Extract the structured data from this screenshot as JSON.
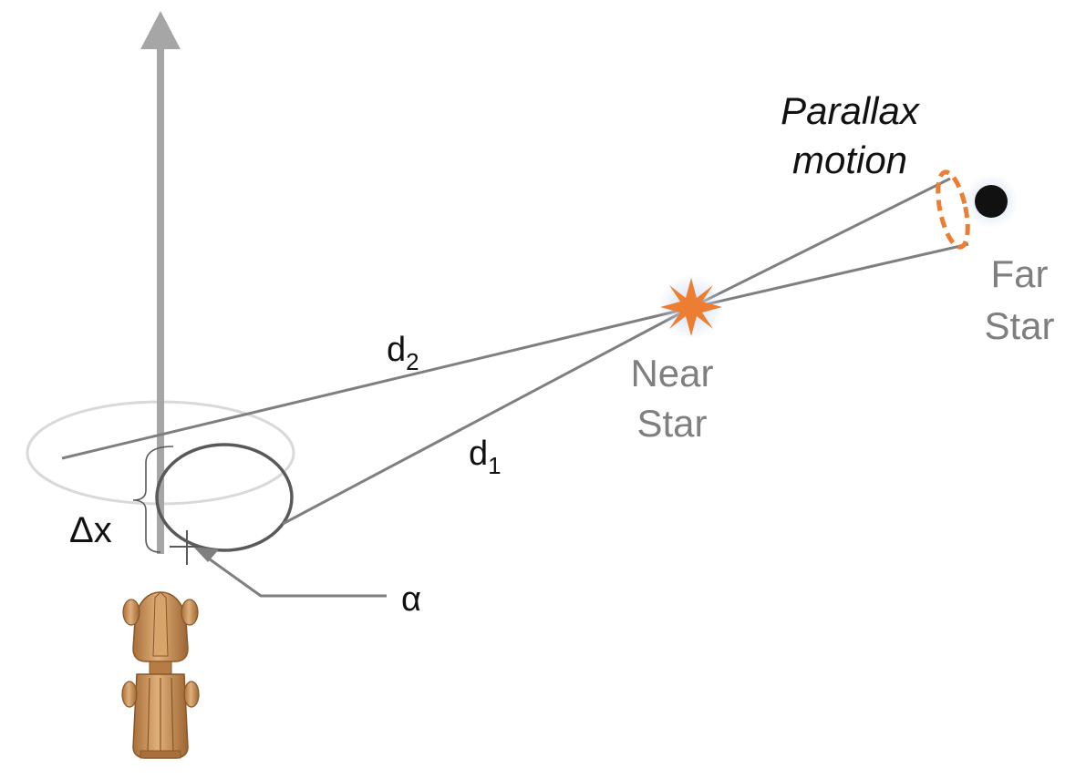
{
  "labels": {
    "parallax_line1": "Parallax",
    "parallax_line2": "motion",
    "far_star_line1": "Far",
    "far_star_line2": "Star",
    "near_star_line1": "Near",
    "near_star_line2": "Star",
    "d2_base": "d",
    "d2_sub": "2",
    "d1_base": "d",
    "d1_sub": "1",
    "delta_x": "Δx",
    "alpha": "α"
  },
  "icons": {
    "near_star": "orange-starburst",
    "far_star": "black-dot",
    "spacecraft": "bronze-spacecraft",
    "rotation_axis": "vertical-arrow"
  },
  "colors": {
    "line": "#7f7f7f",
    "axis": "#a6a6a6",
    "orbit_dark": "#595959",
    "orbit_light": "#d9d9d9",
    "near_star": "#ed7d31",
    "parallax_ellipse": "#ed7d31",
    "far_star": "#111111",
    "spacecraft": "#c8955a",
    "label_dark": "#111111",
    "label_grey": "#7f7f7f"
  }
}
